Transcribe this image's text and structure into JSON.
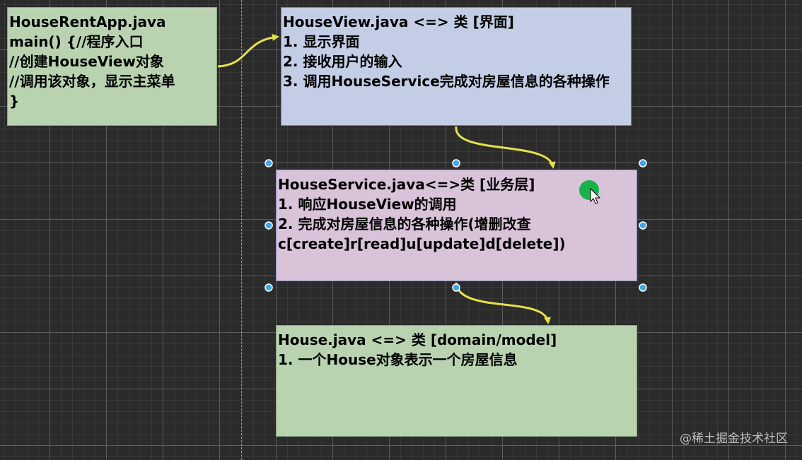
{
  "boxes": {
    "app": {
      "lines": [
        "HouseRentApp.java",
        "main() {//程序入口",
        " //创建HouseView对象",
        " //调用该对象，显示主菜单",
        "}"
      ]
    },
    "view": {
      "lines": [
        "HouseView.java <=> 类 [界面]",
        "1. 显示界面",
        "2. 接收用户的输入",
        "3. 调用HouseService完成对房屋信息的各种操作"
      ]
    },
    "service": {
      "lines": [
        "HouseService.java<=>类 [业务层]",
        "1. 响应HouseView的调用",
        "2. 完成对房屋信息的各种操作(增删改查",
        "c[create]r[read]u[update]d[delete])"
      ]
    },
    "house": {
      "lines": [
        "House.java <=> 类 [domain/model]",
        "1. 一个House对象表示一个房屋信息"
      ]
    }
  },
  "watermark": "@稀土掘金技术社区",
  "colors": {
    "arrow": "#e6e04a",
    "handle": "#3fa7e8",
    "cursor": "#17b24a"
  }
}
